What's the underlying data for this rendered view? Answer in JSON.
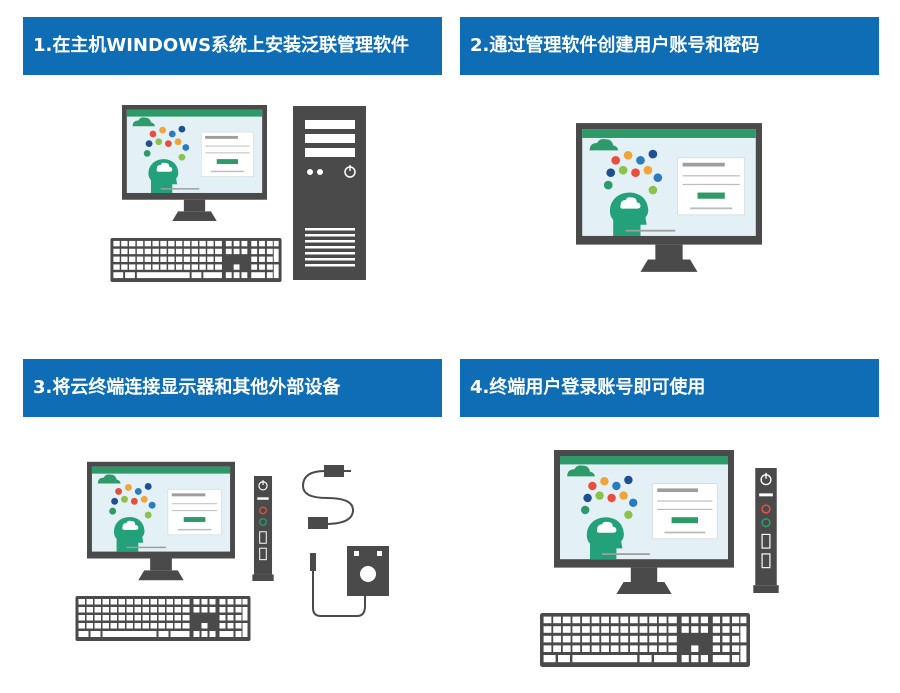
{
  "steps": [
    {
      "title": "1.在主机WINDOWS系统上安装泛联管理软件"
    },
    {
      "title": "2.通过管理软件创建用户账号和密码"
    },
    {
      "title": "3.将云终端连接显示器和其他外部设备"
    },
    {
      "title": "4.终端用户登录账号即可使用"
    }
  ],
  "colors": {
    "banner": "#0e6db5",
    "device": "#4a4a4a",
    "screen": "#e3f0f6",
    "accent": "#2e9a6a"
  }
}
